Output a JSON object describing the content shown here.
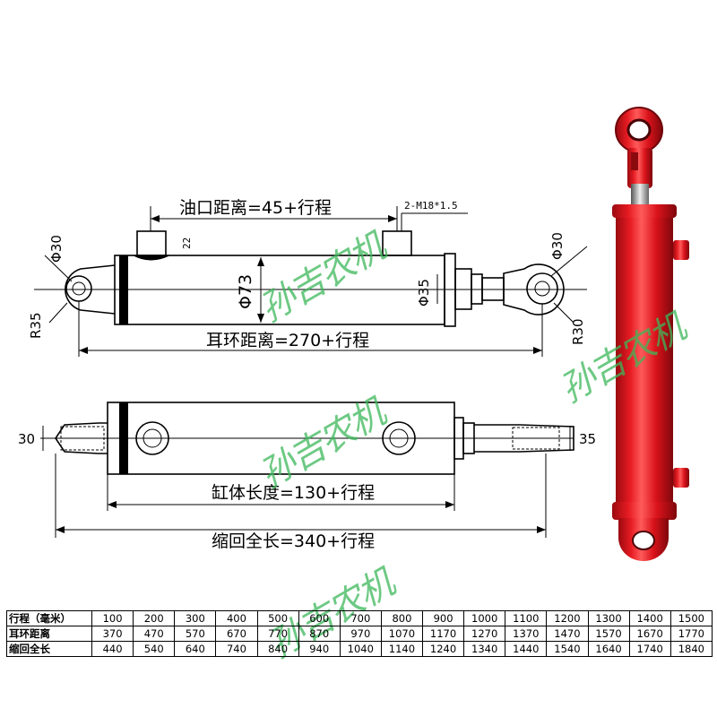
{
  "diagram": {
    "dims": {
      "oil_port_distance": "油口距离=45+行程",
      "thread": "2-M18*1.5",
      "port_height": "22",
      "ear_left_dia": "Φ30",
      "ear_right_dia": "Φ30",
      "cyl_dia": "Φ73",
      "rod_dia": "Φ35",
      "radius_left": "R35",
      "radius_right": "R30",
      "ear_distance": "耳环距离=270+行程",
      "pin_left": "30",
      "pin_right": "35",
      "body_length": "缸体长度=130+行程",
      "retracted_length": "缩回全长=340+行程"
    }
  },
  "watermark": [
    "孙",
    "吉",
    "农",
    "机"
  ],
  "table": {
    "rows": [
      {
        "label": "行程（毫米）",
        "values": [
          "100",
          "200",
          "300",
          "400",
          "500",
          "600",
          "700",
          "800",
          "900",
          "1000",
          "1100",
          "1200",
          "1300",
          "1400",
          "1500"
        ]
      },
      {
        "label": "耳环距离",
        "values": [
          "370",
          "470",
          "570",
          "670",
          "770",
          "870",
          "970",
          "1070",
          "1170",
          "1270",
          "1370",
          "1470",
          "1570",
          "1670",
          "1770"
        ]
      },
      {
        "label": "缩回全长",
        "values": [
          "440",
          "540",
          "640",
          "740",
          "840",
          "940",
          "1040",
          "1140",
          "1240",
          "1340",
          "1440",
          "1540",
          "1640",
          "1740",
          "1840"
        ]
      }
    ]
  },
  "colors": {
    "cylinder_red": "#e0141c",
    "watermark_green": "#3db85a"
  }
}
